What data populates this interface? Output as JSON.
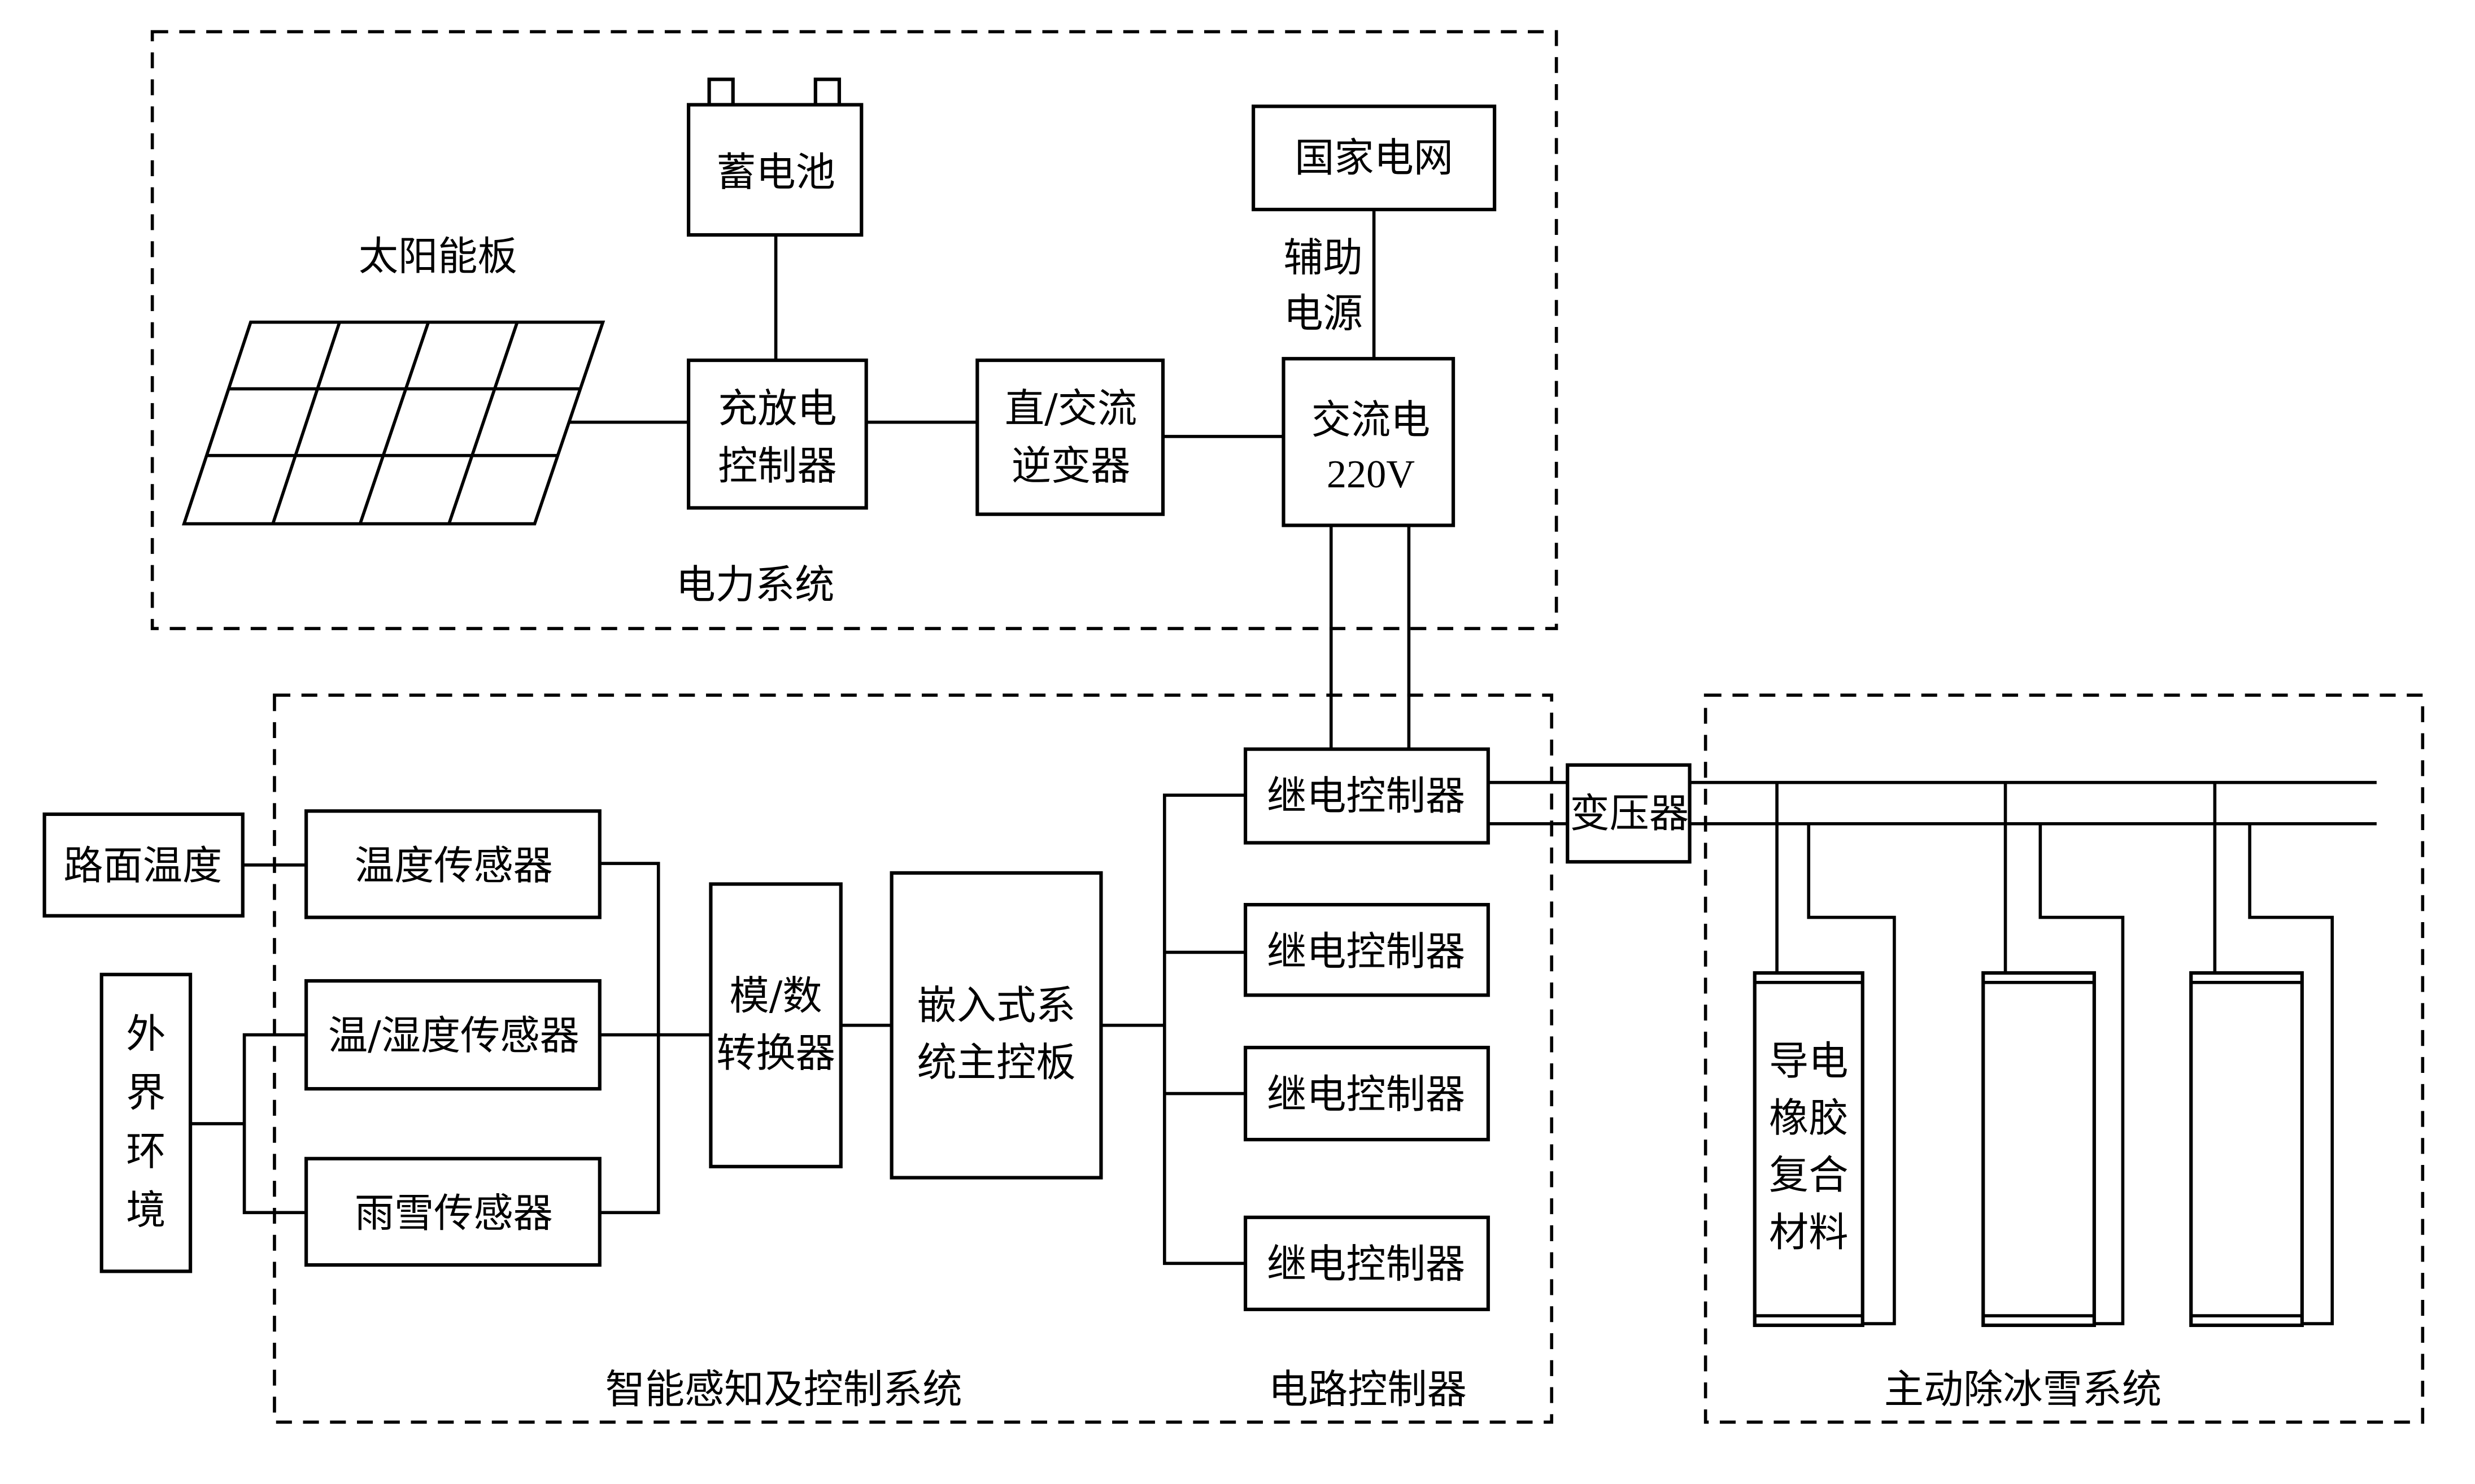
{
  "diagram": {
    "title": "",
    "groups": {
      "power_system": "电力系统",
      "sensing_control": "智能感知及控制系统",
      "circuit_controller": "电路控制器",
      "deicing_system": "主动除冰雪系统"
    },
    "nodes": {
      "solar_panel": "太阳能板",
      "battery": "蓄电池",
      "charge_controller": [
        "充放电",
        "控制器"
      ],
      "inverter": [
        "直/交流",
        "逆变器"
      ],
      "national_grid": "国家电网",
      "aux_power": [
        "辅助",
        "电源"
      ],
      "ac_power": [
        "交流电",
        "220V"
      ],
      "road_temp": "路面温度",
      "environment": [
        "外",
        "界",
        "环",
        "境"
      ],
      "temp_sensor": "温度传感器",
      "humidity_sensor": "温/湿度传感器",
      "rain_snow_sensor": "雨雪传感器",
      "ad_converter": [
        "模/数",
        "转换器"
      ],
      "main_board": [
        "嵌入式系",
        "统主控板"
      ],
      "relay_controllers": [
        "继电控制器",
        "继电控制器",
        "继电控制器",
        "继电控制器"
      ],
      "transformer": "变压器",
      "conductive_rubber": [
        "导电",
        "橡胶",
        "复合",
        "材料"
      ]
    },
    "edges": [
      [
        "solar_panel",
        "charge_controller"
      ],
      [
        "battery",
        "charge_controller"
      ],
      [
        "charge_controller",
        "inverter"
      ],
      [
        "inverter",
        "ac_power"
      ],
      [
        "national_grid",
        "ac_power"
      ],
      [
        "ac_power",
        "relay_controller_1"
      ],
      [
        "road_temp",
        "temp_sensor"
      ],
      [
        "environment",
        "humidity_sensor"
      ],
      [
        "environment",
        "rain_snow_sensor"
      ],
      [
        "temp_sensor",
        "ad_converter"
      ],
      [
        "humidity_sensor",
        "ad_converter"
      ],
      [
        "rain_snow_sensor",
        "ad_converter"
      ],
      [
        "ad_converter",
        "main_board"
      ],
      [
        "main_board",
        "relay_controller_1"
      ],
      [
        "main_board",
        "relay_controller_2"
      ],
      [
        "main_board",
        "relay_controller_3"
      ],
      [
        "main_board",
        "relay_controller_4"
      ],
      [
        "relay_controller_1",
        "transformer"
      ],
      [
        "transformer",
        "conductive_rubber_1"
      ],
      [
        "transformer",
        "conductive_rubber_2"
      ],
      [
        "transformer",
        "conductive_rubber_3"
      ]
    ]
  }
}
